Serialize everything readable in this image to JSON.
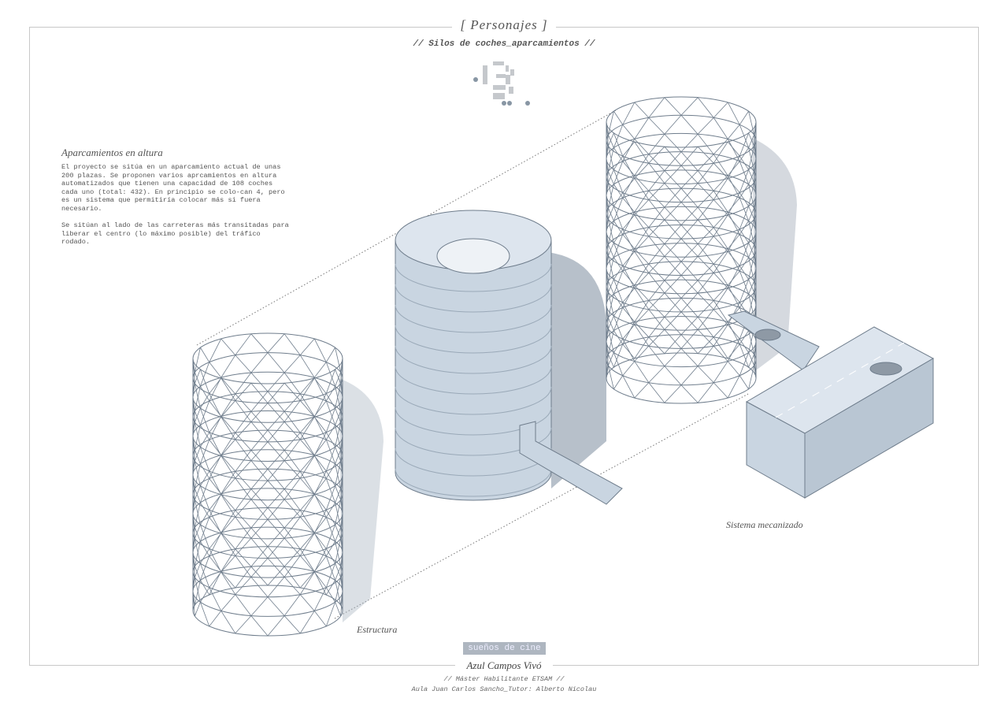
{
  "header": {
    "section": "[ Personajes ]",
    "subtitle": "// Silos de coches_aparcamientos //"
  },
  "description": {
    "title": "Aparcamientos en altura",
    "paragraph1": "El proyecto se sitúa en un aparcamiento actual de unas 200 plazas. Se proponen varios aprcamientos en altura automatizados que tienen una capacidad de 108 coches cada uno (total: 432). En principio se colo-can 4, pero es un sistema que permitiría colocar más si fuera necesario.",
    "paragraph2": "Se sitúan al lado de las carreteras más transitadas para liberar el centro (lo máximo posible) del tráfico rodado."
  },
  "labels": {
    "structure": "Estructura",
    "mechanized": "Sistema mecanizado"
  },
  "footer": {
    "stamp": "sueños de cine",
    "author": "Azul Campos Vivó",
    "program": "// Máster Habilitante ETSAM //",
    "course": "Aula Juan Carlos Sancho_Tutor: Alberto Nicolau"
  },
  "colors": {
    "structure": "#6f7d8c",
    "solid": "#c7d3e0",
    "shadow": "#9aa7b5"
  }
}
